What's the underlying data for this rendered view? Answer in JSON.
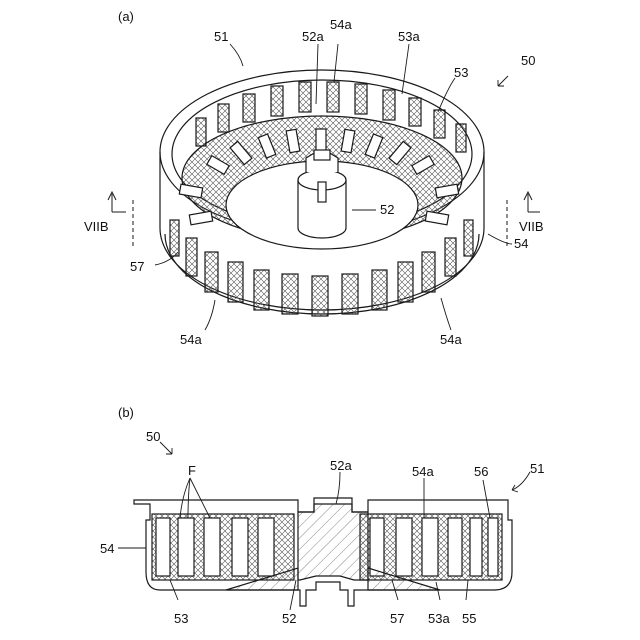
{
  "panels": {
    "a": "(a)",
    "b": "(b)"
  },
  "top_view": {
    "labels": {
      "l51": "51",
      "l52a": "52a",
      "l54a_top": "54a",
      "l53a": "53a",
      "l50": "50",
      "l53": "53",
      "l52": "52",
      "l54": "54",
      "l57": "57",
      "l54a_left": "54a",
      "l54a_right": "54a",
      "viib_left": "VIIB",
      "viib_right": "VIIB"
    }
  },
  "section_view": {
    "labels": {
      "l50": "50",
      "lF": "F",
      "l52a": "52a",
      "l54a": "54a",
      "l56": "56",
      "l51": "51",
      "l54": "54",
      "l53": "53",
      "l52": "52",
      "l57": "57",
      "l53a": "53a",
      "l55": "55"
    }
  },
  "colors": {
    "line": "#1a1a1a",
    "hatch": "#555555",
    "background": "#ffffff"
  }
}
